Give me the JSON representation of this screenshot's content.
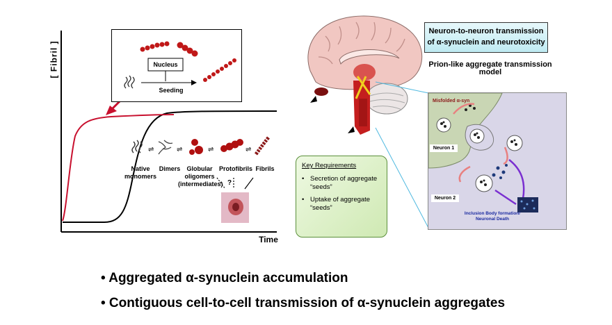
{
  "graph": {
    "y_axis_label": "[ Fibril ]",
    "x_axis_label": "Time",
    "inset": {
      "nucleus_label": "Nucleus",
      "seeding_label": "Seeding"
    },
    "species": [
      {
        "label": "Native\nmonomers"
      },
      {
        "label": "Dimers"
      },
      {
        "label": "Globular\noligomers\n(intermediates)"
      },
      {
        "label": "Protofibrils"
      },
      {
        "label": "Fibrils"
      }
    ],
    "question_mark": "?"
  },
  "transmission": {
    "title": "Neuron-to-neuron transmission\nof α-synuclein and neurotoxicity",
    "subtitle": "Prion-like aggregate transmission model",
    "misfolded_label": "Misfolded α-syn",
    "neuron1_label": "Neuron 1",
    "neuron2_label": "Neuron 2",
    "outcome_label": "Inclusion Body formation/\nNeuronal Death"
  },
  "key_requirements": {
    "heading": "Key Requirements",
    "items": [
      "Secretion of aggregate “seeds”",
      "Uptake of aggregate “seeds”"
    ]
  },
  "bullets": [
    "• Aggregated α-synuclein accumulation",
    "• Contiguous cell-to-cell transmission of α-synuclein aggregates"
  ],
  "colors": {
    "seeded_curve": "#c8102e",
    "unseeded_curve": "#000000",
    "aggregate_red": "#b01010",
    "key_box_border": "#5a8f3a",
    "title_box_fill": "#c9eef5",
    "neuron_panel_fill": "#d9d6e8",
    "neuron1_fill": "#c9d6b4",
    "arrow_purple": "#7a2fd0"
  }
}
